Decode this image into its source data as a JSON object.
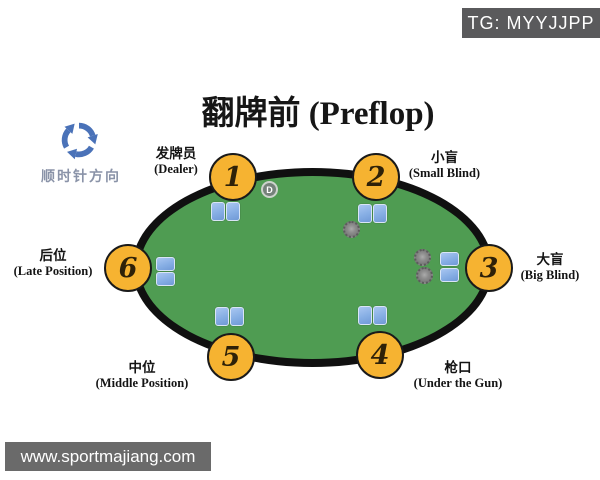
{
  "title": "翻牌前 (Preflop)",
  "watermarks": {
    "top_right": "TG: MYYJJPP",
    "bottom_left": "www.sportmajiang.com"
  },
  "direction": {
    "label": "顺时针方向"
  },
  "dealer_button_label": "D",
  "seats": [
    {
      "number": "1",
      "label_zh": "发牌员",
      "label_en": "(Dealer)"
    },
    {
      "number": "2",
      "label_zh": "小盲",
      "label_en": "(Small Blind)"
    },
    {
      "number": "3",
      "label_zh": "大盲",
      "label_en": "(Big Blind)"
    },
    {
      "number": "4",
      "label_zh": "枪口",
      "label_en": "(Under the Gun)"
    },
    {
      "number": "5",
      "label_zh": "中位",
      "label_en": "(Middle Position)"
    },
    {
      "number": "6",
      "label_zh": "后位",
      "label_en": "(Late Position)"
    }
  ],
  "colors": {
    "table_felt": "#4f9c52",
    "table_border": "#101010",
    "seat_fill": "#f6b331",
    "card_back": "#86aee4",
    "chip_gray": "#8d8d8d",
    "arrow_blue": "#4a72b8",
    "direction_text": "#8a93a8",
    "watermark_bg": "#5a5a5c"
  }
}
